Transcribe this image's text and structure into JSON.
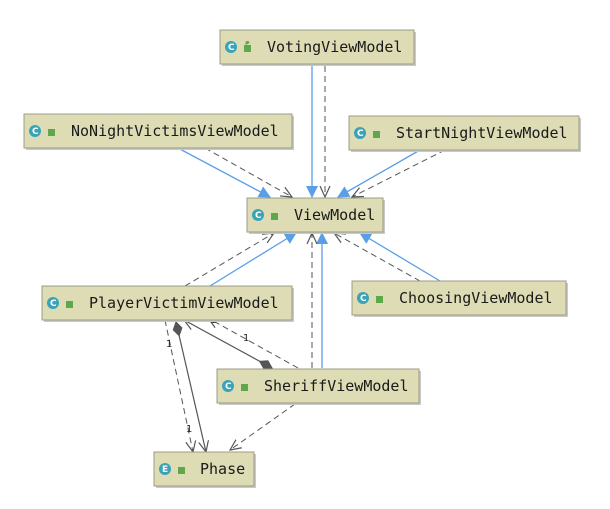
{
  "colors": {
    "node_fill": "#dddcb5",
    "inheritance": "#5a9ee8",
    "dependency": "#555555",
    "association": "#555555",
    "class_badge": "#3aa3b7",
    "public_lock": "#5ca84a"
  },
  "nodes": [
    {
      "id": "voting",
      "kind": "C",
      "label": "VotingViewModel"
    },
    {
      "id": "nonight",
      "kind": "C",
      "label": "NoNightVictimsViewModel"
    },
    {
      "id": "startnight",
      "kind": "C",
      "label": "StartNightViewModel"
    },
    {
      "id": "viewmodel",
      "kind": "C",
      "label": "ViewModel"
    },
    {
      "id": "playervictim",
      "kind": "C",
      "label": "PlayerVictimViewModel"
    },
    {
      "id": "choosing",
      "kind": "C",
      "label": "ChoosingViewModel"
    },
    {
      "id": "sheriff",
      "kind": "C",
      "label": "SheriffViewModel"
    },
    {
      "id": "phase",
      "kind": "E",
      "label": "Phase"
    }
  ],
  "multiplicities": [
    "1",
    "1",
    "1",
    "1"
  ]
}
